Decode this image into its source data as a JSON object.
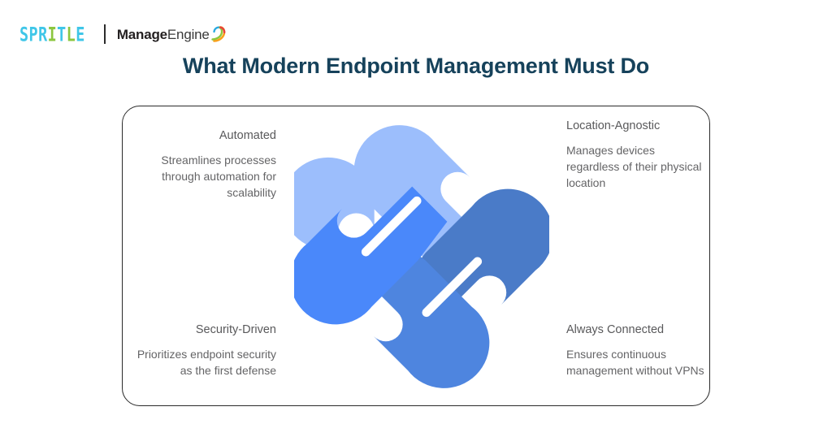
{
  "brand": {
    "spritle": {
      "letters": [
        {
          "char": "S",
          "color": "#3FC6E8"
        },
        {
          "char": "P",
          "color": "#3FC6E8"
        },
        {
          "char": "R",
          "color": "#3FC6E8"
        },
        {
          "char": "I",
          "color": "#8CC63F"
        },
        {
          "char": "T",
          "color": "#3FC6E8"
        },
        {
          "char": "L",
          "color": "#8CC63F"
        },
        {
          "char": "E",
          "color": "#3FC6E8"
        }
      ],
      "text": "SPRITLE"
    },
    "divider": "|",
    "manageengine": {
      "bold": "Manage",
      "light": "Engine",
      "full": "ManageEngine"
    }
  },
  "header": {
    "title": "What Modern Endpoint Management Must Do",
    "title_color": "#16425B"
  },
  "card": {
    "blocks": [
      {
        "key": "automated",
        "title": "Automated",
        "body": "Streamlines processes through automation for scalability",
        "align": "right",
        "position": "top-left"
      },
      {
        "key": "location_agnostic",
        "title": "Location-Agnostic",
        "body": "Manages devices regardless of their physical location",
        "align": "left",
        "position": "top-right"
      },
      {
        "key": "security_driven",
        "title": "Security-Driven",
        "body": "Prioritizes endpoint security as the first defense",
        "align": "right",
        "position": "bottom-left"
      },
      {
        "key": "always_connected",
        "title": "Always Connected",
        "body": "Ensures continuous management without VPNs",
        "align": "left",
        "position": "bottom-right"
      }
    ]
  },
  "graphic": {
    "name": "interlocking-knot-illustration",
    "colors": {
      "top_left": "#9CBEFC",
      "top_right": "#4A7BC8",
      "bottom_left": "#4A88FA",
      "bottom_right": "#4E85DF"
    }
  }
}
